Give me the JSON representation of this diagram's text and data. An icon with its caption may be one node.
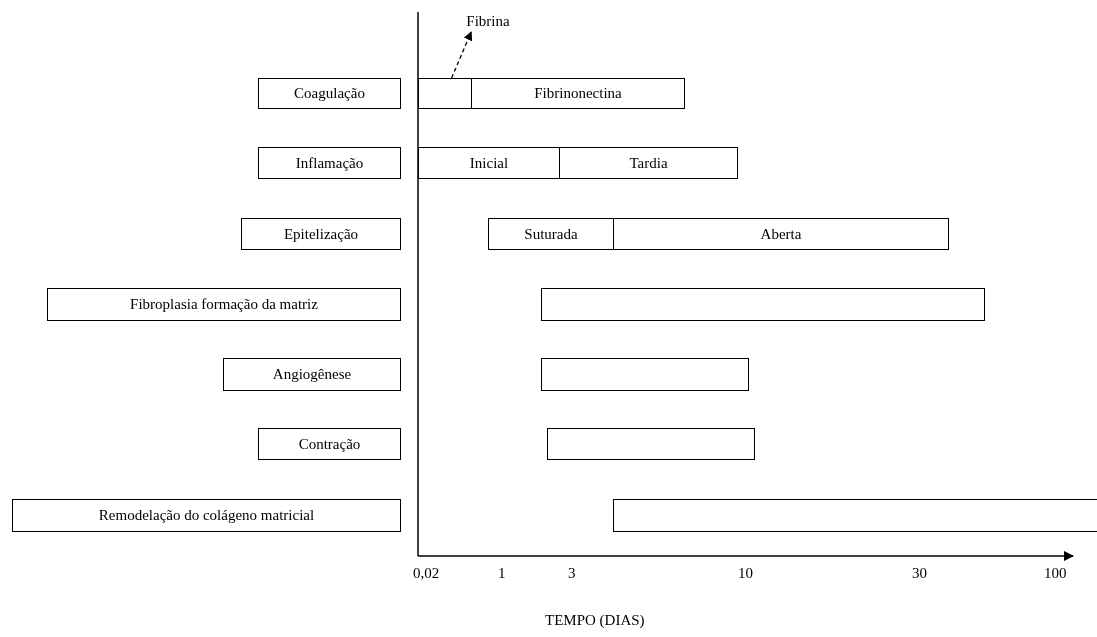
{
  "diagram": {
    "nodes": [
      {
        "text": [
          "Fibrina"
        ]
      },
      {
        "text": [
          "Coagulação"
        ]
      },
      {
        "text": [],
        "shape": "box"
      },
      {
        "text": [
          "Fibrinonectina"
        ]
      },
      {
        "text": [
          "Inflamação"
        ]
      },
      {
        "text": [
          "Inicial"
        ]
      },
      {
        "text": [
          "Tardia"
        ]
      },
      {
        "text": [
          "Epitelização"
        ]
      },
      {
        "text": [
          "Suturada"
        ]
      },
      {
        "text": [
          "Aberta"
        ]
      },
      {
        "text": [
          "Fibroplasia formação da matriz"
        ]
      },
      {
        "text": [],
        "shape": "box"
      },
      {
        "text": [
          "Angiogênese"
        ]
      },
      {
        "text": [],
        "shape": "box"
      },
      {
        "text": [
          "Contração"
        ]
      },
      {
        "text": [],
        "shape": "box"
      },
      {
        "text": [
          "Remodelação do colágeno matricial"
        ]
      },
      {
        "text": [],
        "shape": "box"
      }
    ],
    "edges": [
      {
        "from": 2,
        "to": 0,
        "arrow": "to",
        "style": "dashed"
      }
    ],
    "labels": [
      "0,02",
      "1",
      "3",
      "10",
      "30",
      "100",
      "TEMPO (DIAS)"
    ]
  }
}
